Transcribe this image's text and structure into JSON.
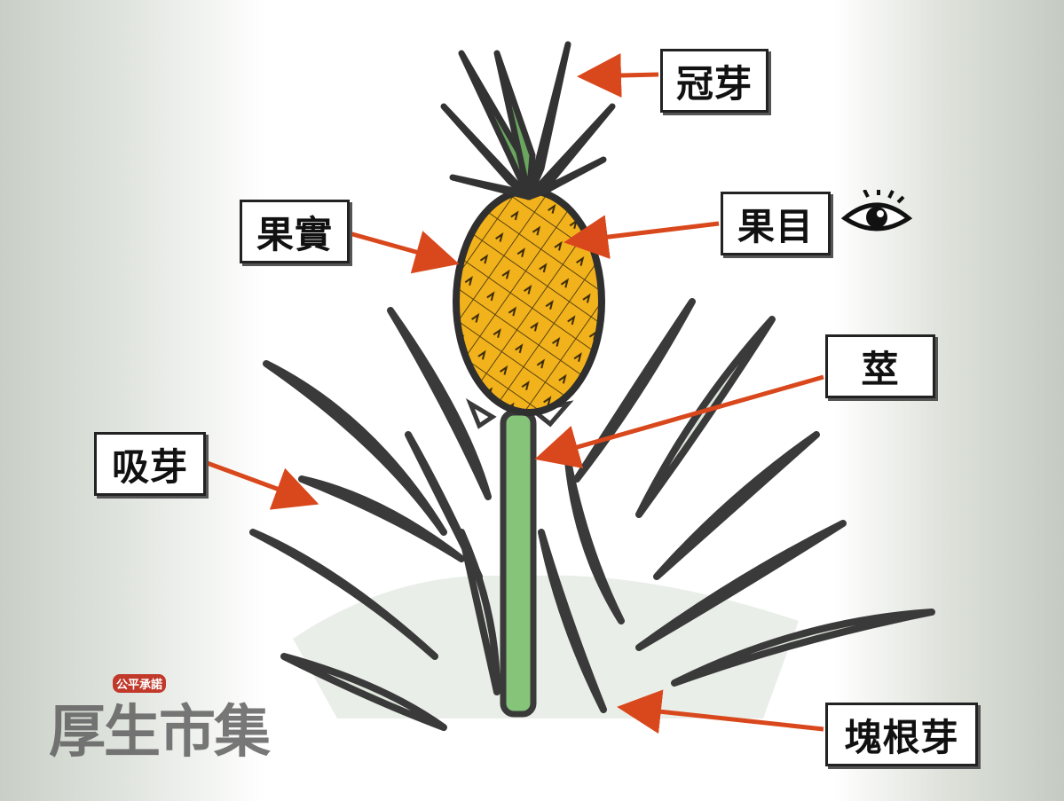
{
  "labels": {
    "crown": "冠芽",
    "fruit": "果實",
    "eye": "果目",
    "stem": "莖",
    "sucker": "吸芽",
    "root_sucker": "塊根芽"
  },
  "logo": {
    "main": "厚生市集",
    "sub": "公平承諾"
  },
  "colors": {
    "arrow": "#d9481c",
    "outline": "#3a3a3a",
    "fruit": "#f2b21c",
    "leaf_fill": "#dfe6dc",
    "stem": "#86c47a",
    "crown": "#6aa660"
  }
}
